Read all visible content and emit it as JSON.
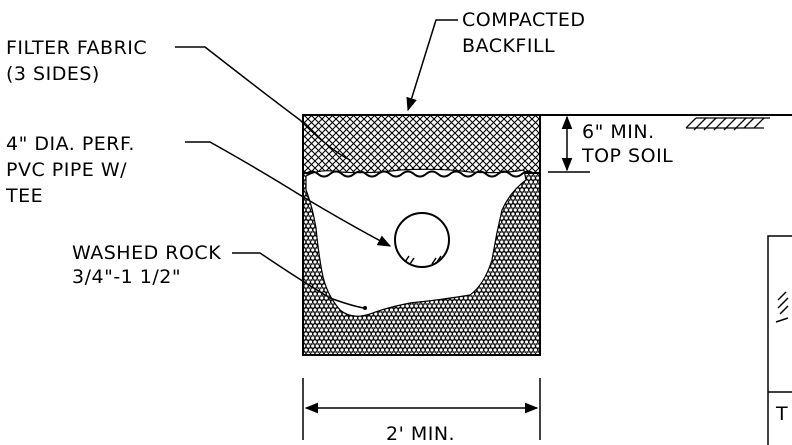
{
  "labels": {
    "compacted_backfill": [
      "COMPACTED",
      "BACKFILL"
    ],
    "filter_fabric": [
      "FILTER FABRIC",
      "(3 SIDES)"
    ],
    "pipe": [
      "4\" DIA. PERF.",
      "PVC PIPE W/",
      "TEE"
    ],
    "washed_rock": [
      "WASHED ROCK",
      "3/4\"-1 1/2\""
    ],
    "top_soil": [
      "6\" MIN.",
      "TOP SOIL"
    ],
    "width_dim": "2' MIN.",
    "title_block_char": "T"
  },
  "colors": {
    "line": "#000000",
    "background": "#ffffff"
  }
}
